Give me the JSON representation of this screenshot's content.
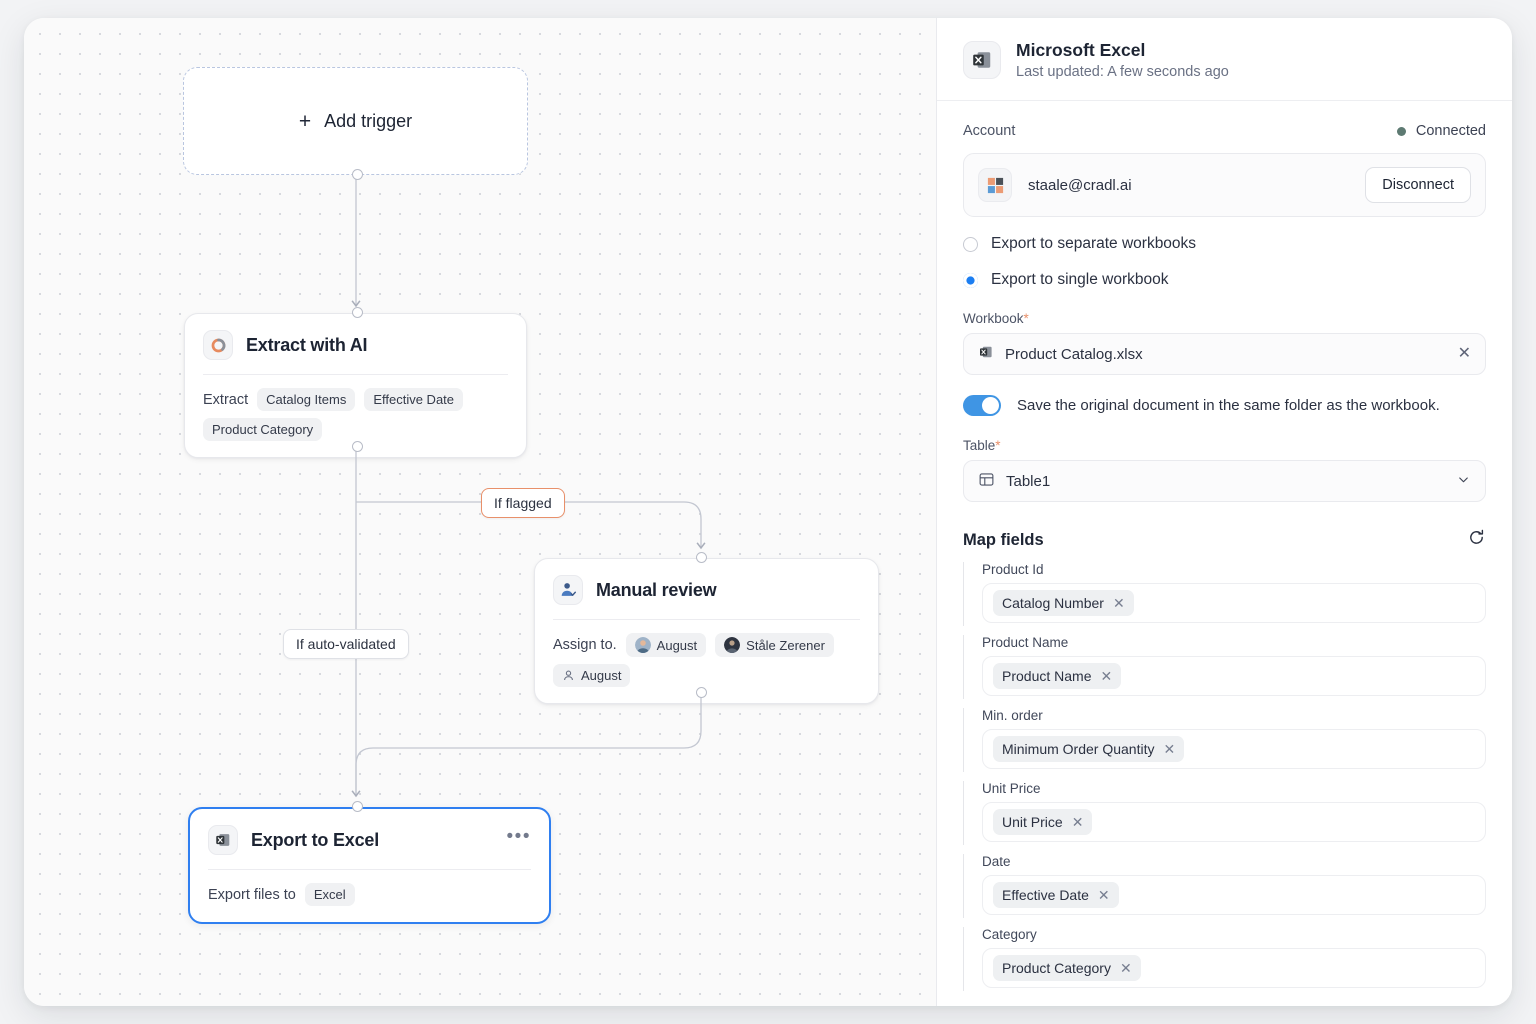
{
  "canvas": {
    "trigger": {
      "label": "Add trigger",
      "plus": "+"
    },
    "nodes": [
      {
        "id": "extract",
        "title": "Extract with AI",
        "icon": "ai-donut-icon",
        "body_label": "Extract",
        "chips": [
          "Catalog Items",
          "Effective Date",
          "Product Category"
        ]
      },
      {
        "id": "review",
        "title": "Manual review",
        "icon": "manual-review-icon",
        "body_label": "Assign to.",
        "chips": [
          "August",
          "Ståle Zerener",
          "August"
        ]
      },
      {
        "id": "export",
        "title": "Export to Excel",
        "icon": "excel-icon",
        "body_label": "Export files to",
        "chips": [
          "Excel"
        ],
        "menu": "•••"
      }
    ],
    "edge_labels": [
      {
        "text": "If flagged",
        "color": "#e8906a"
      },
      {
        "text": "If auto-validated",
        "color": "#dfe1e6"
      }
    ]
  },
  "panel": {
    "title": "Microsoft Excel",
    "subtitle": "Last updated: A few seconds ago",
    "account": {
      "label": "Account",
      "status": "Connected",
      "status_color": "#5d7a72",
      "email": "staale@cradl.ai",
      "disconnect_label": "Disconnect"
    },
    "export_mode": {
      "options": [
        "Export to separate workbooks",
        "Export to single workbook"
      ],
      "selected_index": 1
    },
    "workbook": {
      "label": "Workbook",
      "required": "*",
      "value": "Product Catalog.xlsx",
      "clear": "✕"
    },
    "save_original": {
      "text": "Save the original document in the same folder as the workbook.",
      "on": true
    },
    "table": {
      "label": "Table",
      "required": "*",
      "value": "Table1"
    },
    "map_fields": {
      "title": "Map fields",
      "refresh_icon": "refresh-icon",
      "fields": [
        {
          "label": "Product Id",
          "token": "Catalog Number"
        },
        {
          "label": "Product Name",
          "token": "Product Name"
        },
        {
          "label": "Min. order",
          "token": "Minimum Order Quantity"
        },
        {
          "label": "Unit Price",
          "token": "Unit Price"
        },
        {
          "label": "Date",
          "token": "Effective Date"
        },
        {
          "label": "Category",
          "token": "Product Category"
        }
      ],
      "remove_glyph": "✕"
    }
  },
  "colors": {
    "accent_blue": "#2f7ff0",
    "accent_orange": "#e8906a",
    "toggle_on": "#3f95e4"
  }
}
